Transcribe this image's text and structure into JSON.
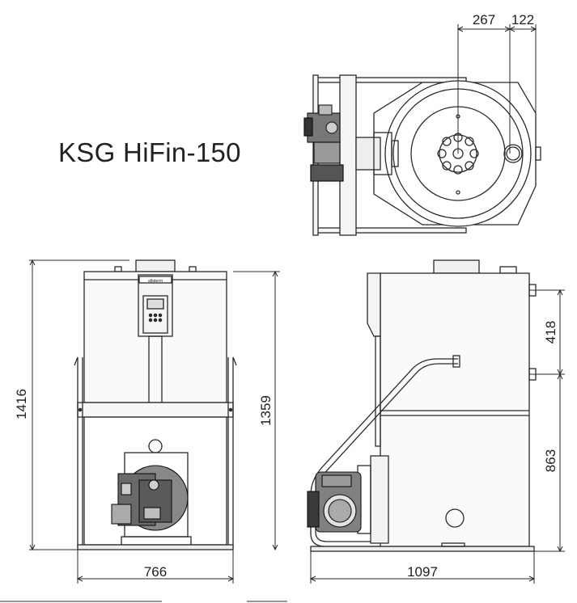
{
  "title": "KSG HiFin-150",
  "dimensions": {
    "top_offset_a": "267",
    "top_offset_b": "122",
    "front_total_height": "1416",
    "front_frame_height": "1359",
    "front_width": "766",
    "side_depth": "1097",
    "side_upper_spacing": "418",
    "side_lower_height": "863"
  },
  "brand_plate": "alfaterm",
  "colors": {
    "line": "#2a2a2a",
    "fill": "#f2f2f2",
    "burner": "#9a9a9a",
    "dark": "#1a1a1a"
  }
}
